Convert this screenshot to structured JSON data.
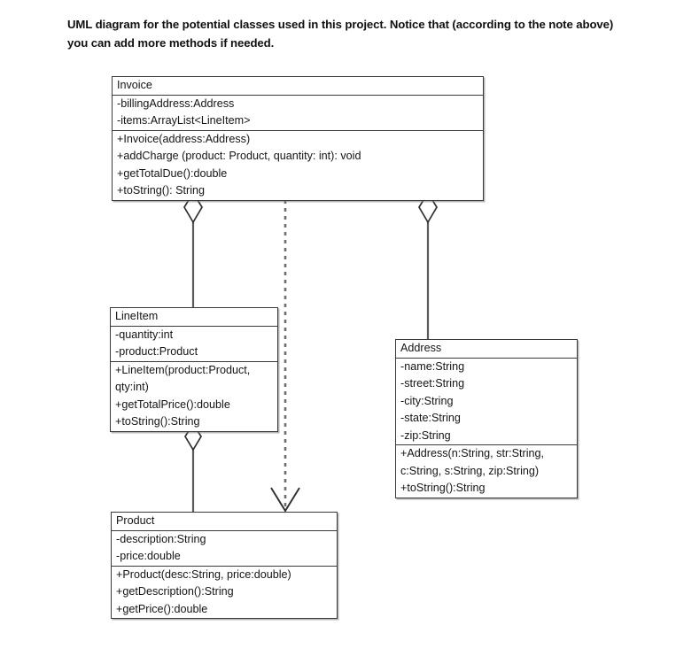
{
  "caption": "UML diagram for the potential classes used in this project. Notice that (according to the note above) you can add more methods if needed.",
  "diagram": {
    "type": "uml-class-diagram",
    "classes": [
      {
        "id": "invoice",
        "name": "Invoice",
        "attributes": [
          "-billingAddress:Address",
          "-items:ArrayList<LineItem>"
        ],
        "methods": [
          "+Invoice(address:Address)",
          "+addCharge (product: Product, quantity: int): void",
          "+getTotalDue():double",
          "+toString(): String"
        ]
      },
      {
        "id": "lineitem",
        "name": "LineItem",
        "attributes": [
          "-quantity:int",
          "-product:Product"
        ],
        "methods": [
          "+LineItem(product:Product, qty:int)",
          "+getTotalPrice():double",
          "+toString():String"
        ]
      },
      {
        "id": "address",
        "name": "Address",
        "attributes": [
          "-name:String",
          "-street:String",
          "-city:String",
          "-state:String",
          "-zip:String"
        ],
        "methods": [
          "+Address(n:String, str:String, c:String, s:String, zip:String)",
          "+toString():String"
        ]
      },
      {
        "id": "product",
        "name": "Product",
        "attributes": [
          "-description:String",
          "-price:double"
        ],
        "methods": [
          "+Product(desc:String, price:double)",
          "+getDescription():String",
          "+getPrice():double"
        ]
      }
    ],
    "relationships": [
      {
        "id": "invoice-lineitem",
        "kind": "aggregation",
        "from": "Invoice",
        "to": "LineItem",
        "marker": "hollow-diamond",
        "line": "solid"
      },
      {
        "id": "invoice-address",
        "kind": "aggregation",
        "from": "Invoice",
        "to": "Address",
        "marker": "hollow-diamond",
        "line": "solid"
      },
      {
        "id": "lineitem-product",
        "kind": "aggregation",
        "from": "LineItem",
        "to": "Product",
        "marker": "hollow-diamond",
        "line": "solid"
      },
      {
        "id": "invoice-product",
        "kind": "dependency",
        "from": "Invoice",
        "to": "Product",
        "marker": "open-arrow",
        "line": "dashed"
      }
    ]
  },
  "colors": {
    "line": "#3a3a3a",
    "text": "#141414",
    "background": "#ffffff"
  }
}
